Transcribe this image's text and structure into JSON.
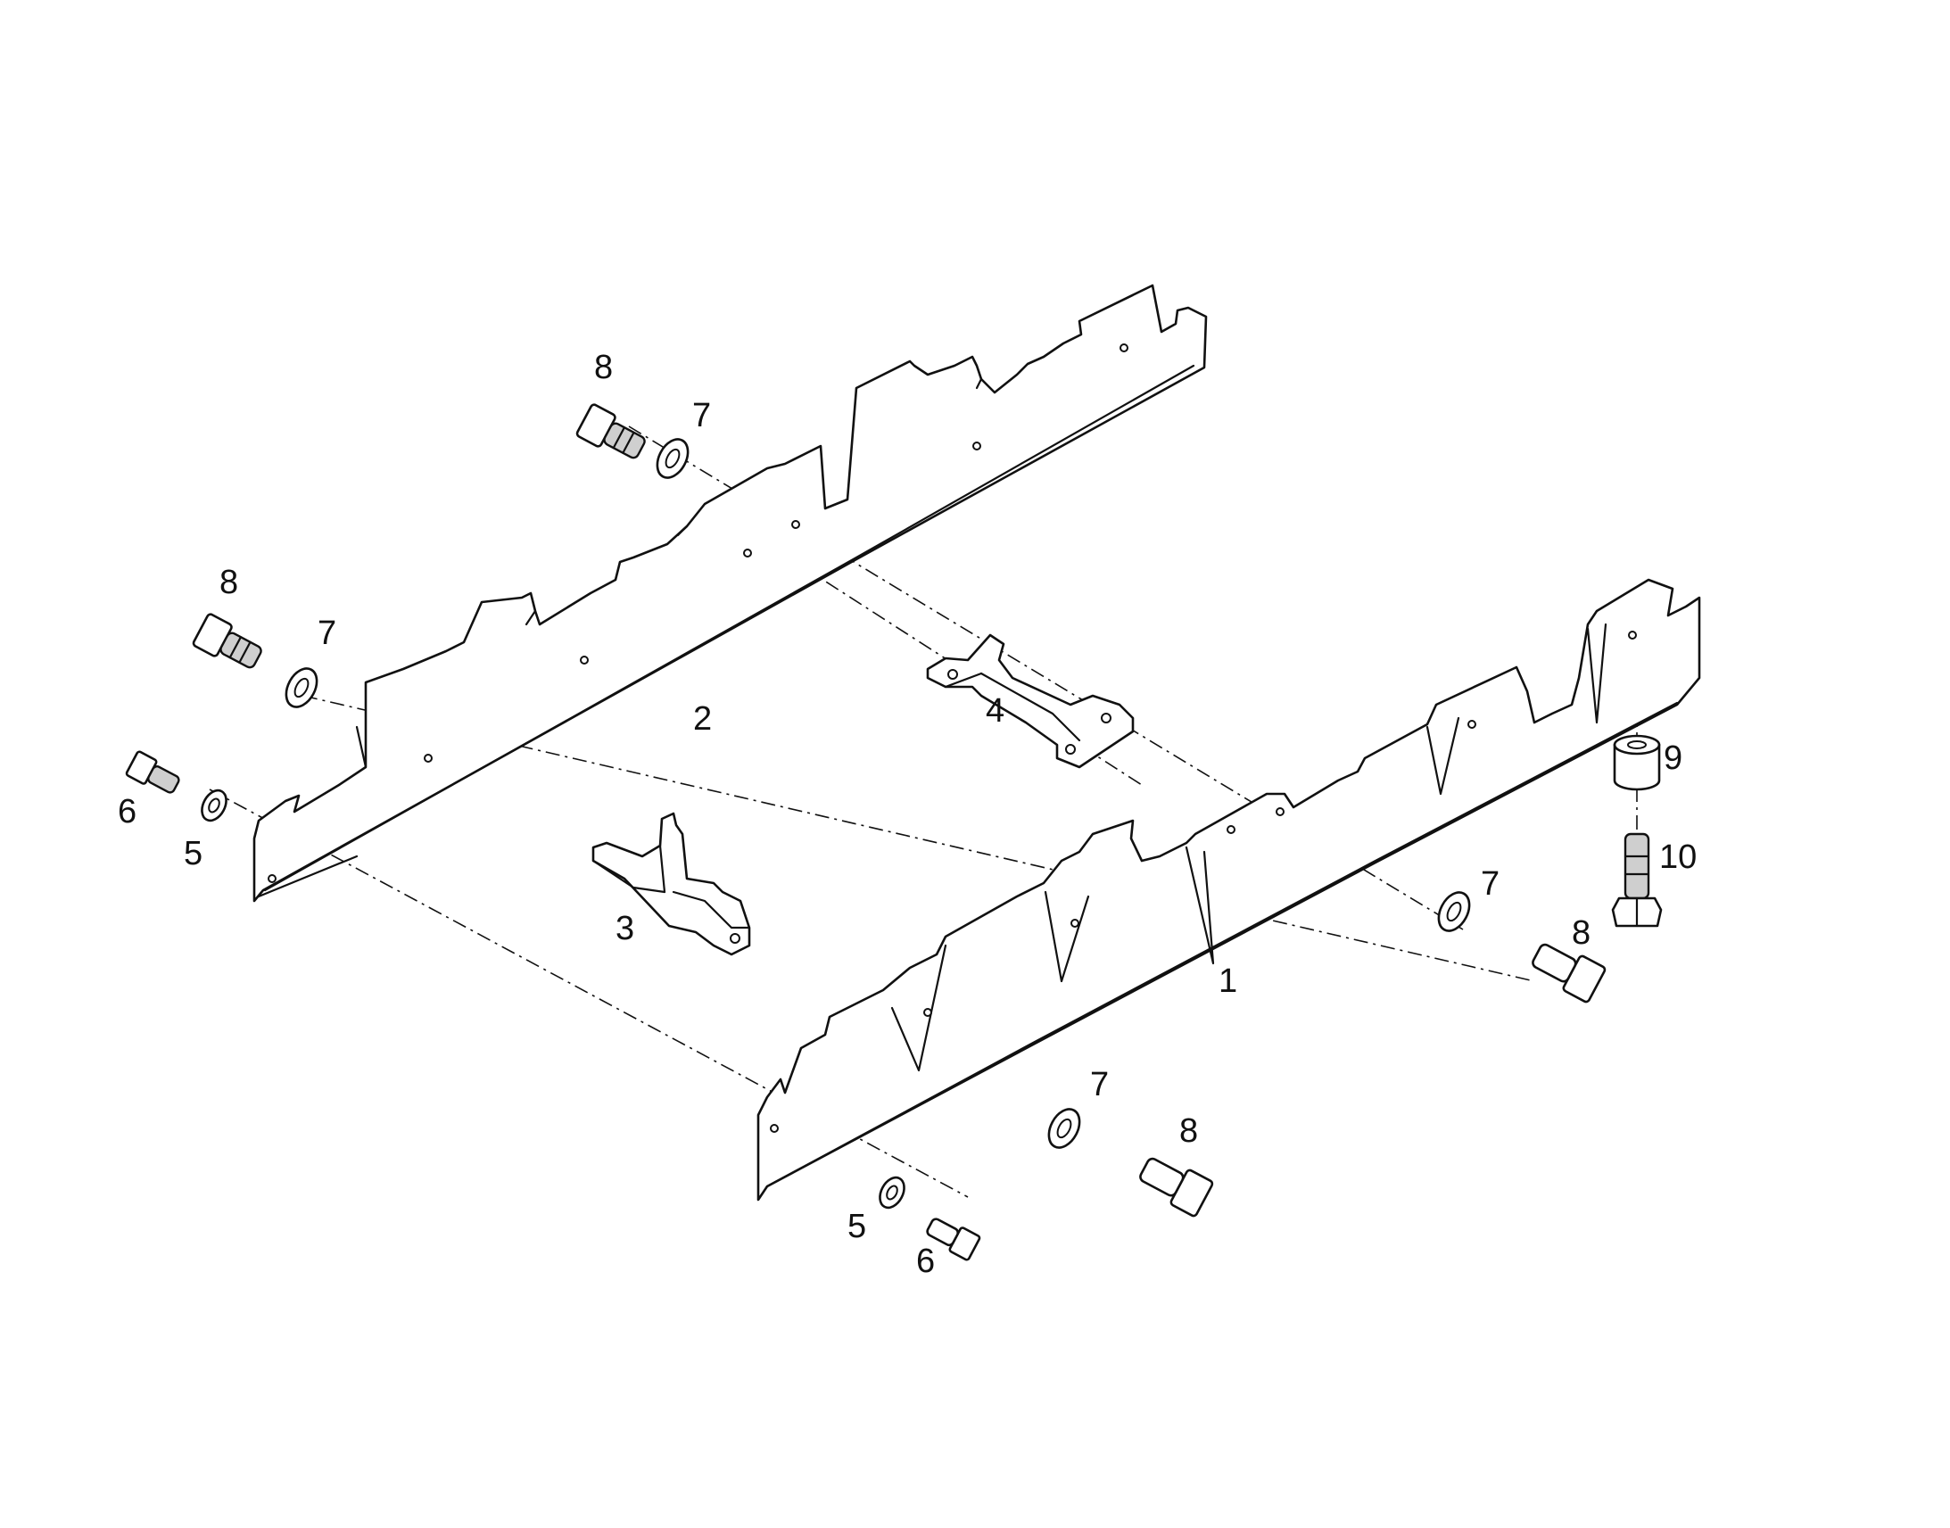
{
  "callouts": {
    "rail_right": "1",
    "rail_left": "2",
    "bracket_front": "3",
    "bracket_rear": "4",
    "washer_small_left": "5",
    "washer_small_right": "5",
    "screw_small_left": "6",
    "screw_small_right": "6",
    "washer_top_rear": "7",
    "washer_top_front": "7",
    "washer_right_rear": "7",
    "washer_right_front": "7",
    "bolt_top_rear": "8",
    "bolt_top_front": "8",
    "bolt_right_rear": "8",
    "bolt_right_front": "8",
    "spacer": "9",
    "bolt_vertical": "10"
  },
  "colors": {
    "line": "#111111",
    "background": "#ffffff"
  }
}
